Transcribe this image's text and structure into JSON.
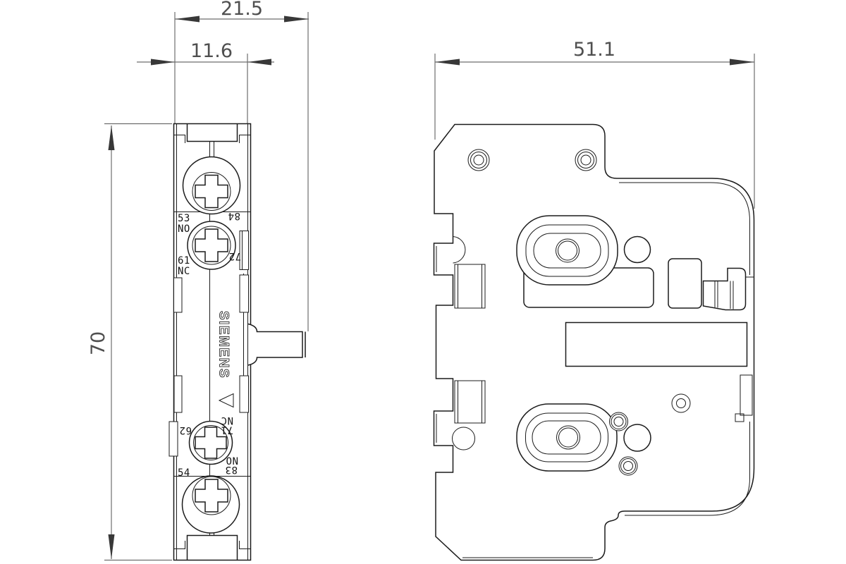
{
  "meta": {
    "drawing_type": "technical-dimension-drawing"
  },
  "front_view": {
    "dim_total_depth": "21.5",
    "dim_body_depth": "11.6",
    "dim_height": "70",
    "brand": "SIEMENS",
    "terminals": {
      "t53": "53",
      "t53_type": "NO",
      "t84": "84",
      "t61": "61",
      "t61_type": "NC",
      "t72": "72",
      "t62": "62",
      "t71": "71",
      "t71_type": "NC",
      "t54": "54",
      "t83": "83",
      "t83_type": "NO"
    }
  },
  "side_view": {
    "dim_width": "51.1"
  },
  "colors": {
    "background": "#ffffff",
    "object_line": "#1b1b1b",
    "dimension_line": "#6e6e6e",
    "dimension_text": "#4f4f4f",
    "label_text": "#141414"
  }
}
